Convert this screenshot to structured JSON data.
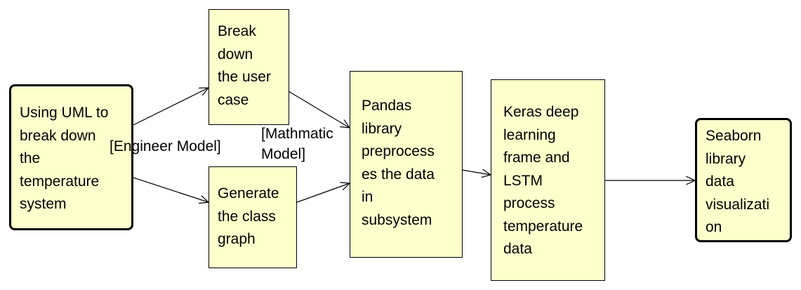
{
  "nodes": {
    "uml": "Using UML to\nbreak down\nthe\ntemperature\nsystem",
    "breakdown": "Break\ndown\nthe user\ncase",
    "classgraph": "Generate\nthe class\ngraph",
    "pandas": "Pandas\nlibrary\npreprocess\nes the data\nin\nsubsystem",
    "keras": "Keras deep\nlearning\nframe and\nLSTM\nprocess\ntemperature\ndata",
    "seaborn": "Seaborn\nlibrary\ndata\nvisualizati\non"
  },
  "edge_labels": {
    "engineer_model": "[Engineer Model]",
    "mathmatic_model": "[Mathmatic\nModel]"
  }
}
